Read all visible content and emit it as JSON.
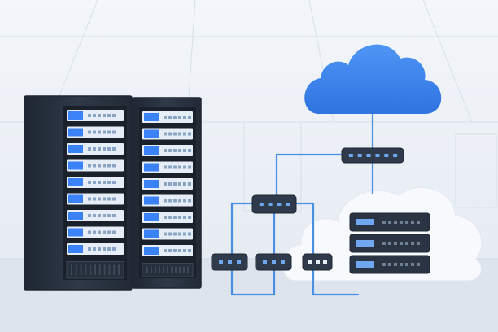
{
  "scene": {
    "description_free": true,
    "colors": {
      "background": "#e9eef5",
      "floor": "#dde4ee",
      "rack_body": "#2b3442",
      "rack_edge": "#1f2631",
      "server_face": "#e6edf6",
      "server_accent": "#3b82f6",
      "cloud_blue": "#3b82f6",
      "cloud_white": "#f7f9fc",
      "switch_body": "#2f3a4a",
      "line_blue": "#4a90e2"
    },
    "racks": [
      {
        "name": "server-rack-left",
        "units": 9
      },
      {
        "name": "server-rack-right",
        "units": 9
      }
    ],
    "cloud_icons": [
      {
        "name": "cloud-icon",
        "tone": "blue"
      },
      {
        "name": "background-cloud",
        "tone": "white"
      }
    ],
    "network_switches": [
      {
        "name": "network-switch-top"
      },
      {
        "name": "network-switch-middle"
      },
      {
        "name": "network-switch-left"
      },
      {
        "name": "network-switch-center"
      },
      {
        "name": "network-switch-right"
      }
    ],
    "server_stack": {
      "name": "server-stack-icon",
      "units": 3
    }
  }
}
